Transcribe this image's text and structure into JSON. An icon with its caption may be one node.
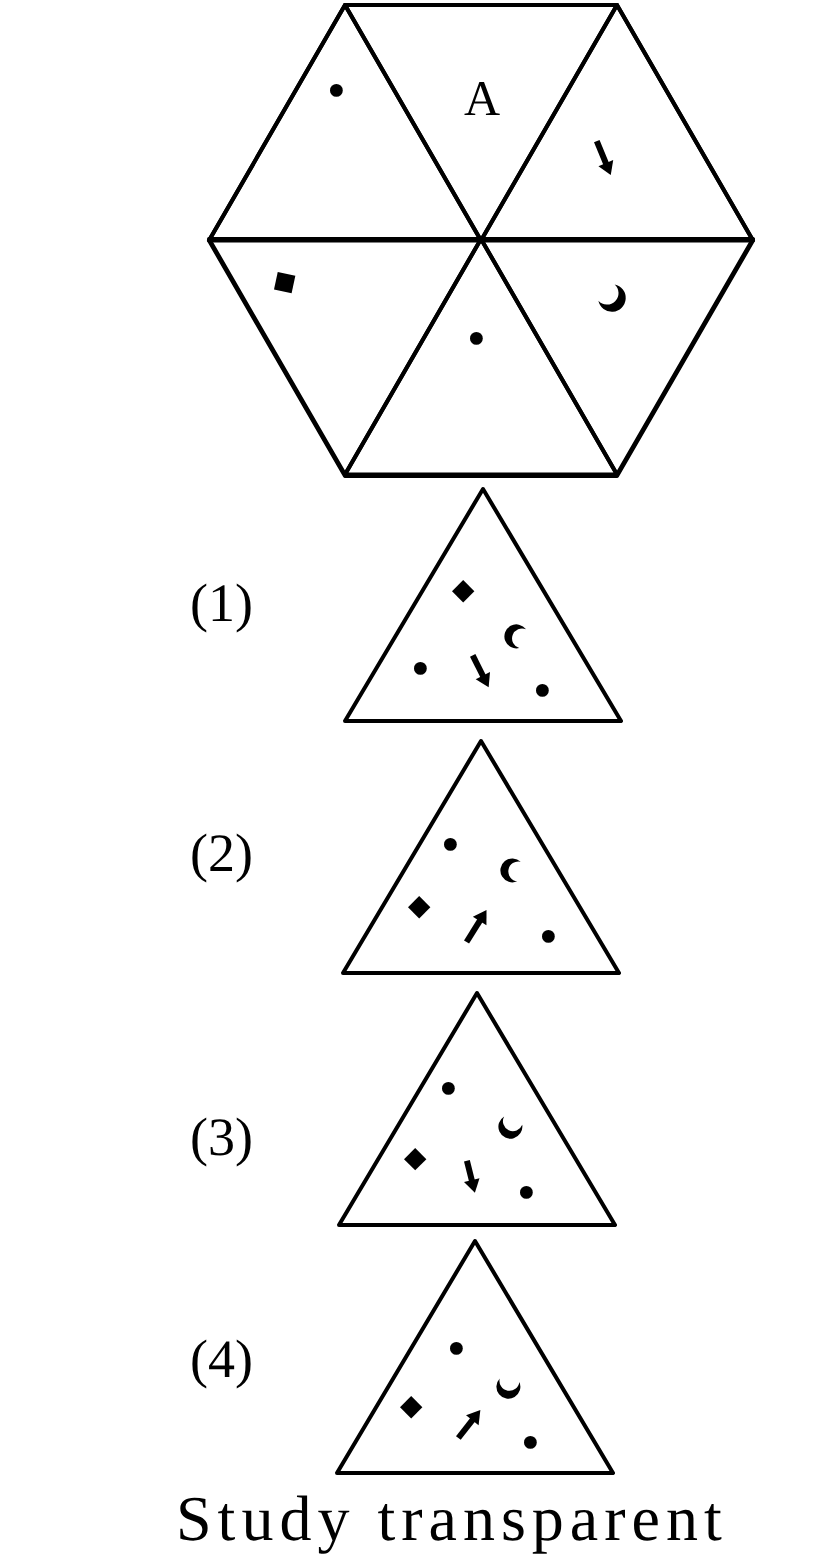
{
  "diagram": {
    "nodes": [
      {
        "text": [],
        "shape": "hexagon"
      },
      {
        "text": [],
        "shape": "triangle",
        "in": 0
      },
      {
        "text": [
          "A"
        ],
        "in": 0
      },
      {
        "text": [],
        "shape": "triangle",
        "in": 0
      },
      {
        "text": [],
        "shape": "triangle",
        "in": 0
      },
      {
        "text": [],
        "shape": "triangle",
        "in": 0
      },
      {
        "text": [],
        "shape": "triangle",
        "in": 0
      },
      {
        "text": [],
        "shape": "triangle",
        "beside": [
          "(1)"
        ]
      },
      {
        "text": [],
        "shape": "triangle",
        "beside": [
          "(2)"
        ]
      },
      {
        "text": [],
        "shape": "triangle",
        "beside": [
          "(3)"
        ]
      },
      {
        "text": [],
        "shape": "triangle",
        "beside": [
          "(4)"
        ]
      }
    ],
    "labels": [
      "Study transparent"
    ]
  }
}
